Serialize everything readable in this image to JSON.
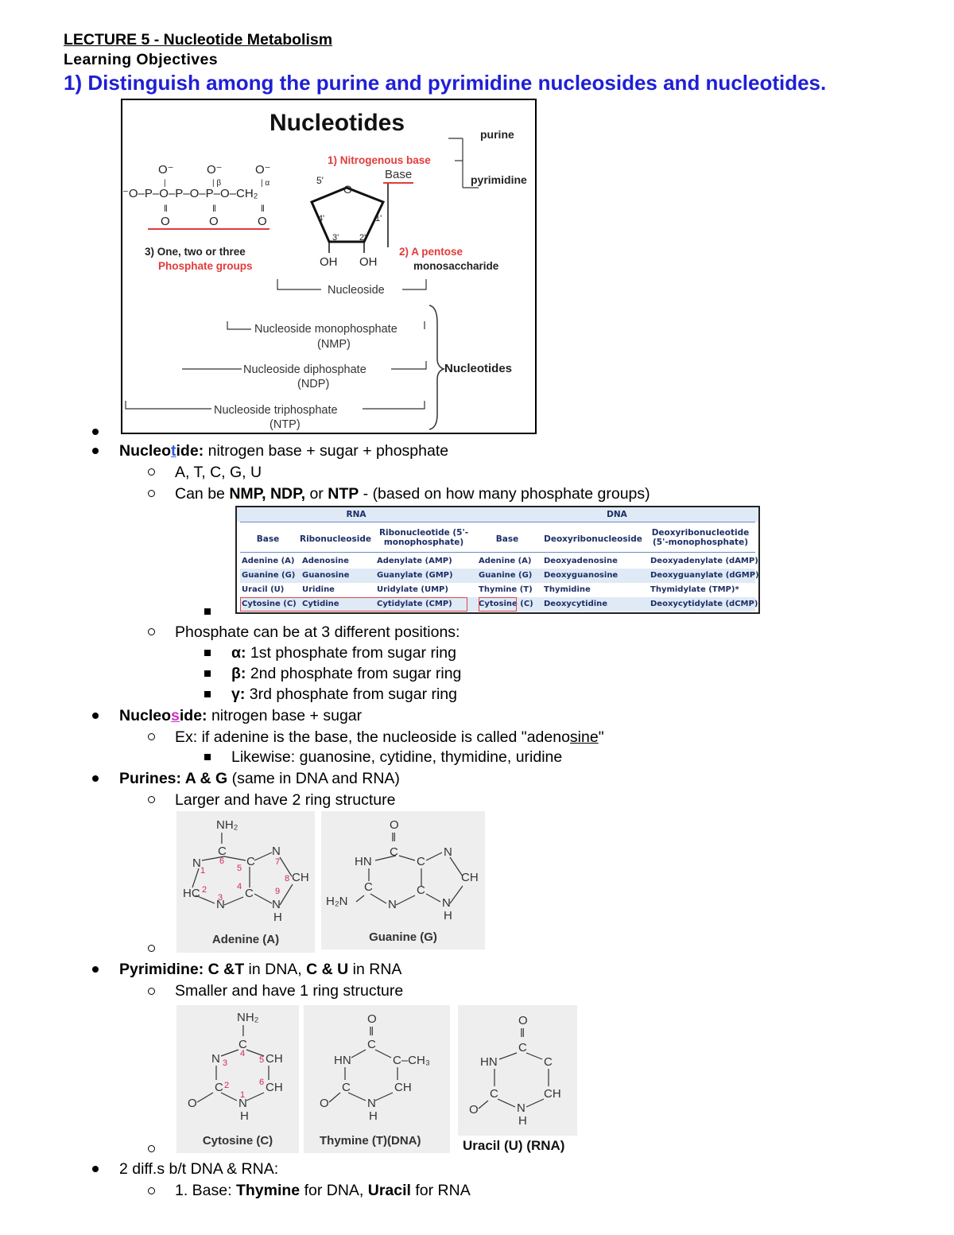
{
  "header": {
    "title": "LECTURE 5 - Nucleotide Metabolism",
    "subtitle": "Learning Objectives",
    "objective": "1) Distinguish among the purine and pyrimidine nucleosides and nucleotides."
  },
  "figure": {
    "title": "Nucleotides",
    "base_label": "1) Nitrogenous base",
    "base_word": "Base",
    "purine": "purine",
    "pyrimidine": "pyrimidine",
    "phosphate_label1": "3) One, two or three",
    "phosphate_label2": "Phosphate groups",
    "pentose_label1": "2) A pentose",
    "pentose_label2": "monosaccharide",
    "oh1": "OH",
    "oh2": "OH",
    "nucleoside": "Nucleoside",
    "nmp1": "Nucleoside monophosphate",
    "nmp2": "(NMP)",
    "ndp1": "Nucleoside diphosphate",
    "ndp2": "(NDP)",
    "ntp1": "Nucleoside triphosphate",
    "ntp2": "(NTP)",
    "nucleotides_brace": "Nucleotides"
  },
  "content": {
    "nucleotide_pre": "Nucleo",
    "nucleotide_t": "t",
    "nucleotide_post": "ide:",
    "nucleotide_def": " nitrogen base + sugar + phosphate",
    "bases": "A, T, C, G, U",
    "can_be_pre": "Can be ",
    "can_be_bold1": "NMP, NDP,",
    "can_be_mid": " or ",
    "can_be_bold2": "NTP",
    "can_be_post": " - (based on how many phosphate groups)",
    "phosphate_positions": "Phosphate can be at 3 different positions:",
    "alpha_b": "α:",
    "alpha": " 1st phosphate from sugar ring",
    "beta_b": "β:",
    "beta": " 2nd phosphate from sugar ring",
    "gamma_b": "γ:",
    "gamma": " 3rd phosphate from sugar ring",
    "nucleoside_pre": "Nucleo",
    "nucleoside_s": "s",
    "nucleoside_post": "ide:",
    "nucleoside_def": " nitrogen base + sugar",
    "ex_pre": "Ex: if adenine is the base, the nucleoside is called \"adeno",
    "ex_ul": "sine",
    "ex_post": "\"",
    "likewise": "Likewise: guanosine, cytidine, thymidine, uridine",
    "purines_b": "Purines: A & G",
    "purines": " (same in DNA and RNA)",
    "purines_sub": "Larger and have 2 ring structure",
    "pyrimidine_b1": "Pyrimidine: C &T",
    "pyrimidine_1": " in DNA, ",
    "pyrimidine_b2": "C & U",
    "pyrimidine_2": " in RNA",
    "pyrimidine_sub": "Smaller and have 1 ring structure",
    "diffs": "2 diff.s b/t DNA & RNA:",
    "diff1_pre": "1. Base: ",
    "diff1_b1": "Thymine",
    "diff1_mid": " for DNA, ",
    "diff1_b2": "Uracil",
    "diff1_post": " for RNA"
  },
  "table": {
    "rna": "RNA",
    "dna": "DNA",
    "headers": [
      "Base",
      "Ribonucleoside",
      "Ribonucleotide (5'-monophosphate)",
      "Base",
      "Deoxyribonucleoside",
      "Deoxyribonucleotide (5'-monophosphate)"
    ],
    "rows": [
      [
        "Adenine (A)",
        "Adenosine",
        "Adenylate (AMP)",
        "Adenine (A)",
        "Deoxyadenosine",
        "Deoxyadenylate (dAMP)"
      ],
      [
        "Guanine (G)",
        "Guanosine",
        "Guanylate (GMP)",
        "Guanine (G)",
        "Deoxyguanosine",
        "Deoxyguanylate (dGMP)"
      ],
      [
        "Uracil (U)",
        "Uridine",
        "Uridylate (UMP)",
        "Thymine (T)",
        "Thymidine",
        "Thymidylate (TMP)*"
      ],
      [
        "Cytosine (C)",
        "Cytidine",
        "Cytidylate (CMP)",
        "Cytosine (C)",
        "Deoxycytidine",
        "Deoxycytidylate (dCMP)"
      ]
    ]
  },
  "molecules": {
    "adenine": "Adenine (A)",
    "guanine": "Guanine (G)",
    "cytosine": "Cytosine (C)",
    "thymine": "Thymine (T)(DNA)",
    "uracil": "Uracil (U) (RNA)"
  }
}
